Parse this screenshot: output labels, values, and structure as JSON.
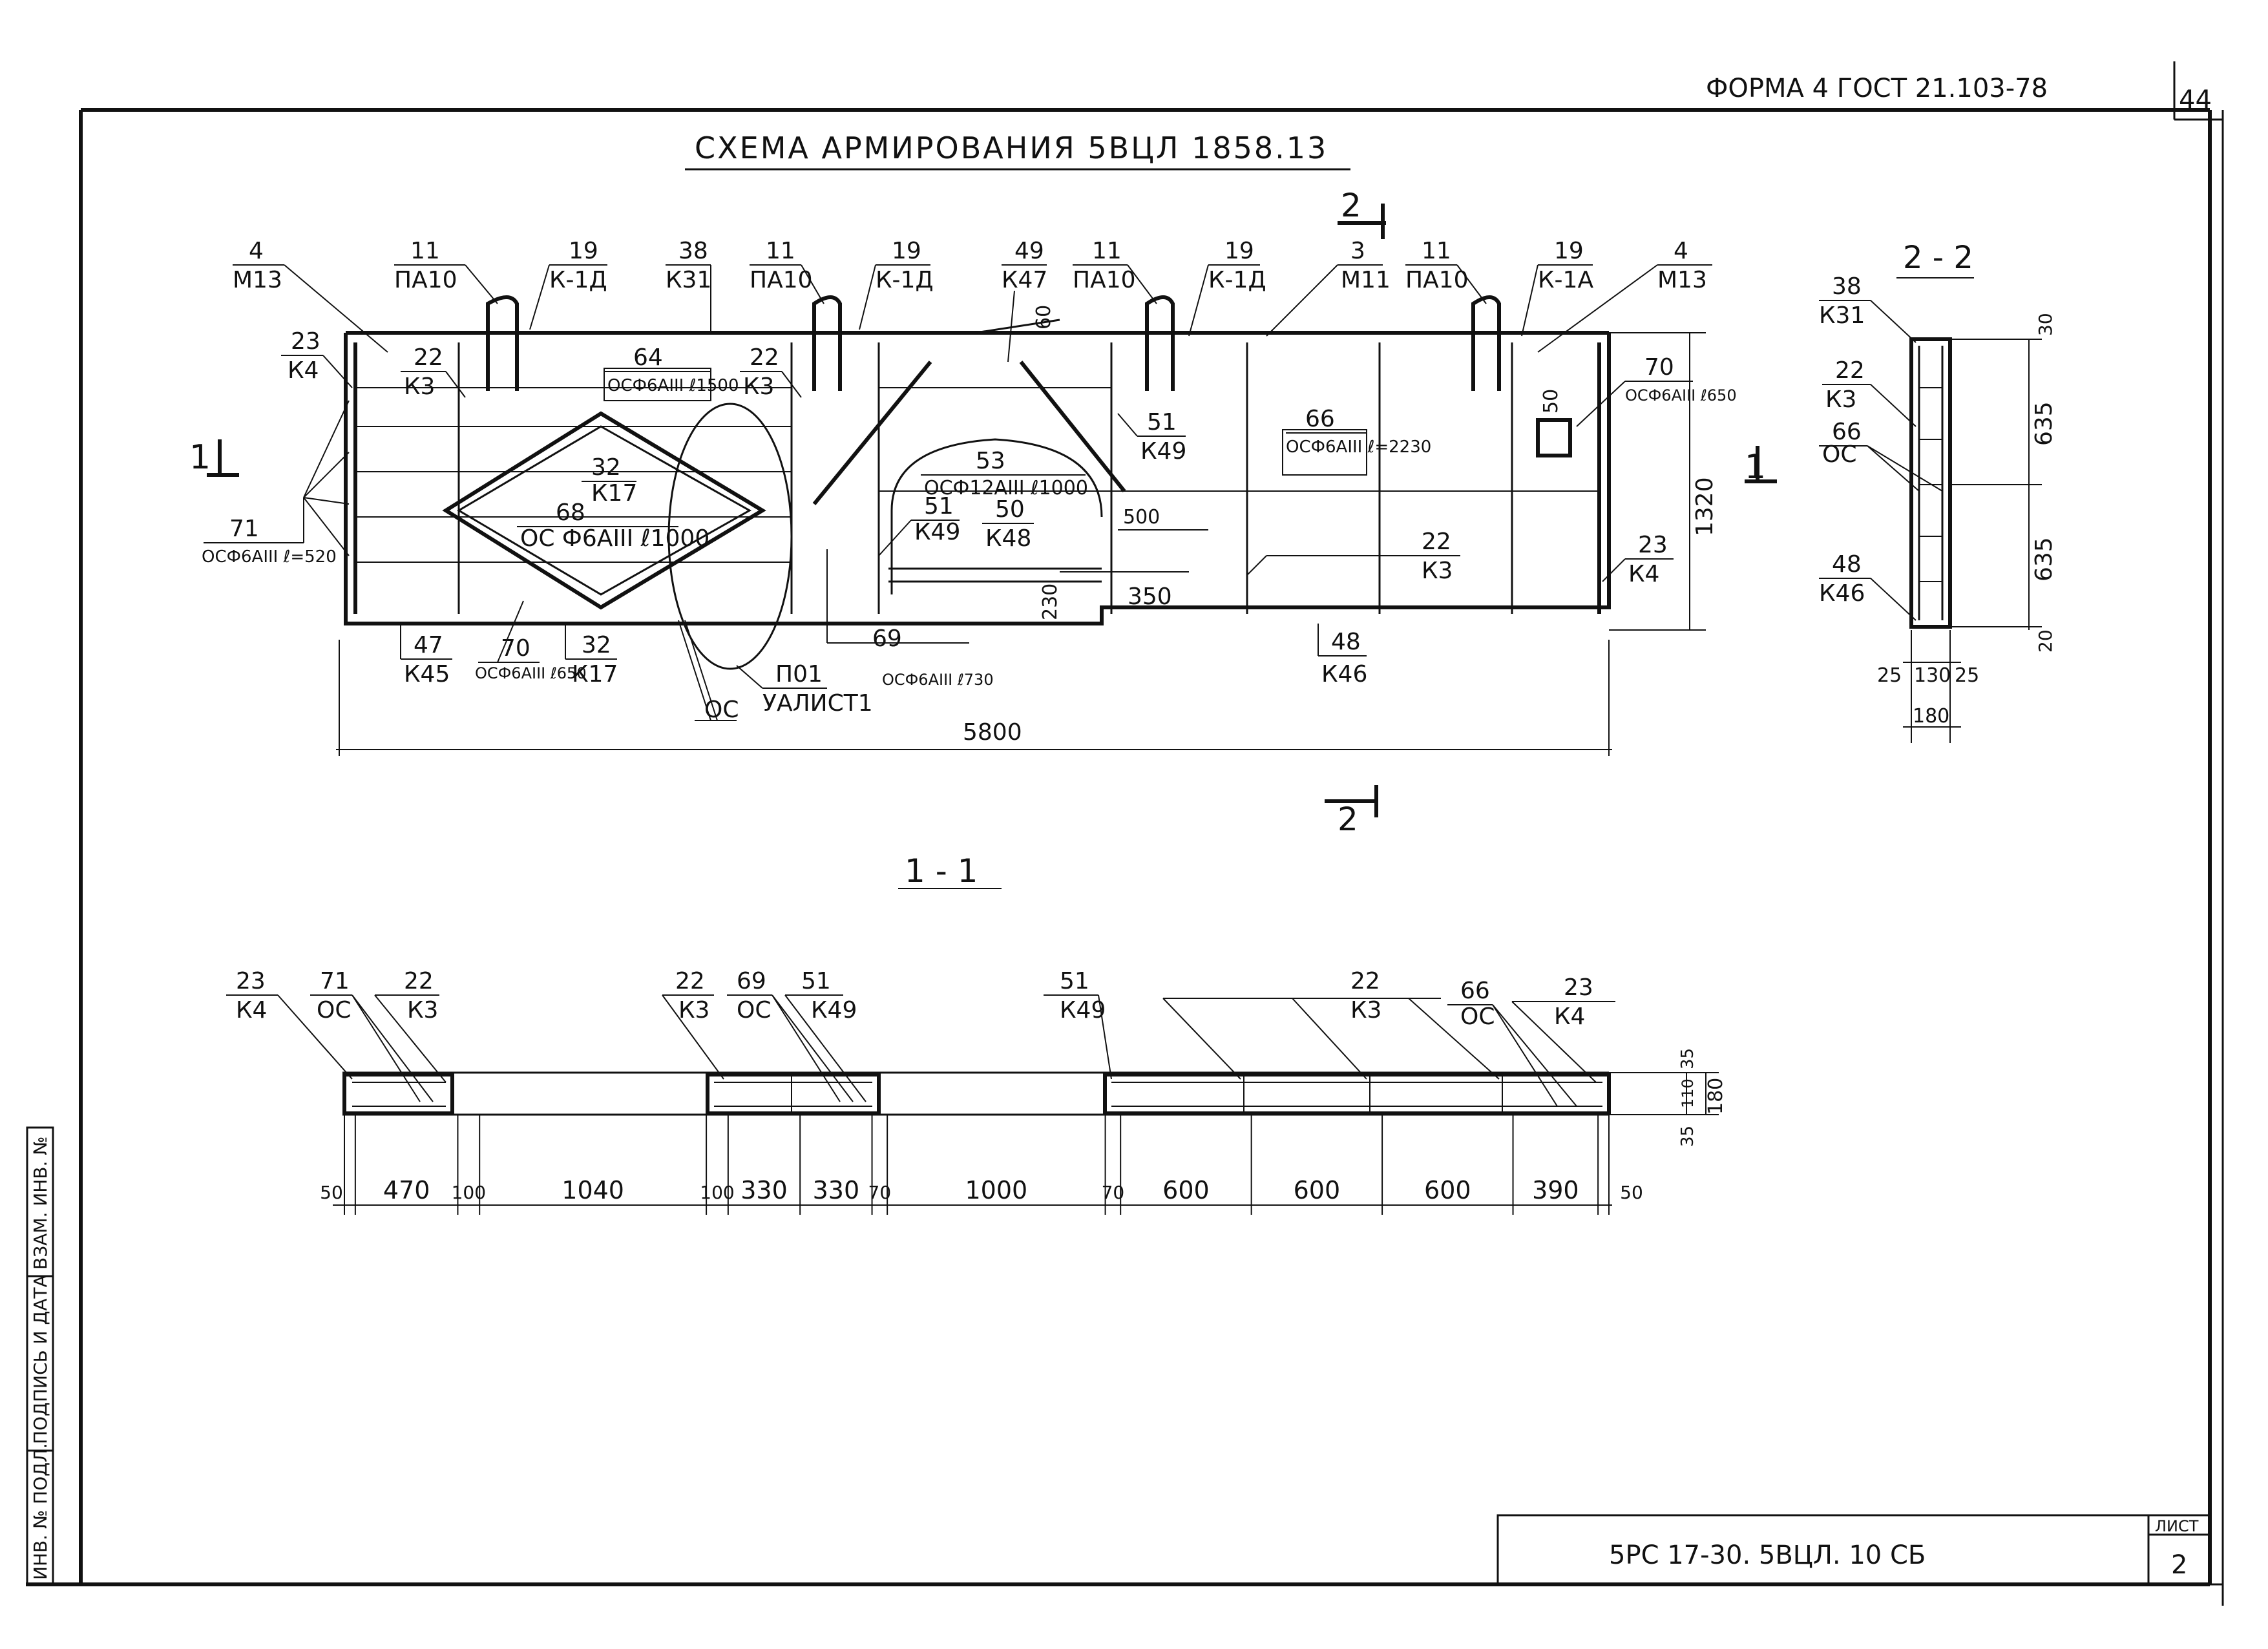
{
  "form_header": "ФОРМА 4  ГОСТ 21.103-78",
  "page_number": "44",
  "main_title": "СХЕМА  АРМИРОВАНИЯ  5ВЦЛ 1858.13",
  "section_markers": {
    "sec1": "1",
    "sec2": "2"
  },
  "view_2_2_title": "2 - 2",
  "section_1_1_title": "1 - 1",
  "elevation_callouts": [
    {
      "num": "4",
      "mark": "М13"
    },
    {
      "num": "11",
      "mark": "ПА10"
    },
    {
      "num": "19",
      "mark": "К-1Д"
    },
    {
      "num": "38",
      "mark": "К31"
    },
    {
      "num": "11",
      "mark": "ПА10"
    },
    {
      "num": "19",
      "mark": "К-1Д"
    },
    {
      "num": "49",
      "mark": "К47"
    },
    {
      "num": "11",
      "mark": "ПА10"
    },
    {
      "num": "19",
      "mark": "К-1Д"
    },
    {
      "num": "3",
      "mark": "М11"
    },
    {
      "num": "11",
      "mark": "ПА10"
    },
    {
      "num": "19",
      "mark": "К-1А"
    },
    {
      "num": "4",
      "mark": "М13"
    },
    {
      "num": "23",
      "mark": "К4"
    },
    {
      "num": "22",
      "mark": "К3"
    },
    {
      "num": "64",
      "mark": "ОСФ6АIII ℓ1500"
    },
    {
      "num": "22",
      "mark": "К3"
    },
    {
      "num": "32",
      "mark": "К17"
    },
    {
      "num": "68",
      "mark": "ОС Ф6АIII ℓ1000"
    },
    {
      "num": "53",
      "mark": "ОСФ12АIII ℓ1000"
    },
    {
      "num": "51",
      "mark": "К49"
    },
    {
      "num": "51",
      "mark": "К49"
    },
    {
      "num": "50",
      "mark": "К48"
    },
    {
      "num": "66",
      "mark": "ОСФ6АIII ℓ=2230"
    },
    {
      "num": "70",
      "mark": "ОСФ6АIII ℓ650"
    },
    {
      "num": "22",
      "mark": "К3"
    },
    {
      "num": "23",
      "mark": "К4"
    },
    {
      "num": "71",
      "mark": "ОСФ6АIII ℓ=520"
    },
    {
      "num": "47",
      "mark": "К45"
    },
    {
      "num": "70",
      "mark": "ОСФ6АIII ℓ650"
    },
    {
      "num": "32",
      "mark": "К17"
    },
    {
      "num": "П01",
      "mark": "УАЛИСТ1"
    },
    {
      "num": "69",
      "mark": "ОСФ6АIII ℓ730"
    },
    {
      "num": "48",
      "mark": "К46"
    }
  ],
  "oc_label": "ОС",
  "elevation_dims": {
    "length": "5800",
    "height": "1320",
    "d60": "60",
    "d50": "50",
    "d500": "500",
    "d350": "350",
    "d230": "230"
  },
  "section22_callouts": [
    {
      "num": "38",
      "mark": "К31"
    },
    {
      "num": "22",
      "mark": "К3"
    },
    {
      "num": "66",
      "mark": "ОС"
    },
    {
      "num": "48",
      "mark": "К46"
    }
  ],
  "section22_dims": {
    "top": "30",
    "upper": "635",
    "lower": "635",
    "bottom": "20",
    "left": "25",
    "mid": "130",
    "right": "25",
    "total": "180"
  },
  "section11_callouts": [
    {
      "num": "23",
      "mark": "К4"
    },
    {
      "num": "71",
      "mark": "ОС"
    },
    {
      "num": "22",
      "mark": "К3"
    },
    {
      "num": "22",
      "mark": "К3"
    },
    {
      "num": "69",
      "mark": "ОС"
    },
    {
      "num": "51",
      "mark": "К49"
    },
    {
      "num": "51",
      "mark": "К49"
    },
    {
      "num": "22",
      "mark": "К3"
    },
    {
      "num": "66",
      "mark": "ОС"
    },
    {
      "num": "23",
      "mark": "К4"
    }
  ],
  "section11_dims": [
    "50",
    "470",
    "100",
    "1040",
    "100",
    "330",
    "330",
    "70",
    "1000",
    "70",
    "600",
    "600",
    "600",
    "390",
    "50"
  ],
  "section11_height_dims": {
    "top": "35",
    "mid": "110",
    "bottom": "35",
    "total": "180"
  },
  "side_stamp": {
    "inv_podl": "ИНВ. № ПОДЛ.",
    "podpis": "ПОДПИСЬ И ДАТА",
    "vzam": "ВЗАМ. ИНВ. №"
  },
  "title_block": {
    "designation": "5РС 17-30. 5ВЦЛ. 10 СБ",
    "sheet_label": "ЛИСТ",
    "sheet_number": "2"
  }
}
